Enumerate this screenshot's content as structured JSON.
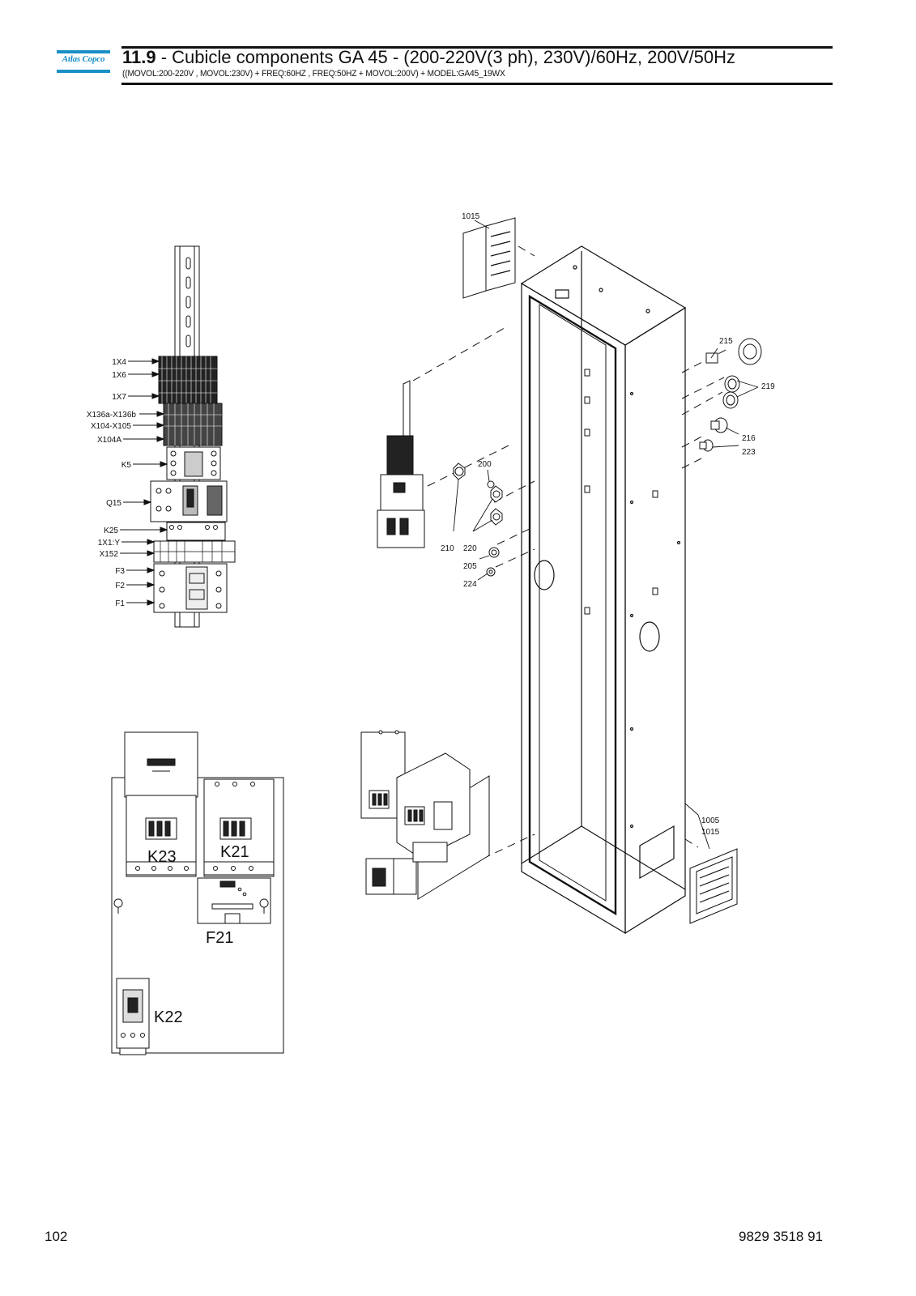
{
  "header": {
    "brand": "Atlas Copco",
    "section_number": "11.9",
    "title": " - Cubicle components GA 45 - (200-220V(3 ph), 230V)/60Hz, 200V/50Hz",
    "subtitle": "((MOVOL:200-220V , MOVOL:230V) + FREQ:60HZ , FREQ:50HZ + MOVOL:200V) + MODEL:GA45_19WX"
  },
  "rail_callouts": [
    "1X4",
    "1X6",
    "1X7",
    "X136a-X136b",
    "X104-X105",
    "X104A",
    "K5",
    "Q15",
    "K25",
    "1X1:Y",
    "X152",
    "F3",
    "F2",
    "F1"
  ],
  "panel_labels": {
    "k23": "K23",
    "k21": "K21",
    "f21": "F21",
    "k22": "K22"
  },
  "part_callouts": {
    "p1015_top": "1015",
    "p215": "215",
    "p219": "219",
    "p216": "216",
    "p223": "223",
    "p200": "200",
    "p210": "210",
    "p220": "220",
    "p205": "205",
    "p224": "224",
    "p1005": "1005",
    "p1015_bottom": "1015"
  },
  "footer": {
    "page_number": "102",
    "doc_number": "9829 3518 91"
  }
}
